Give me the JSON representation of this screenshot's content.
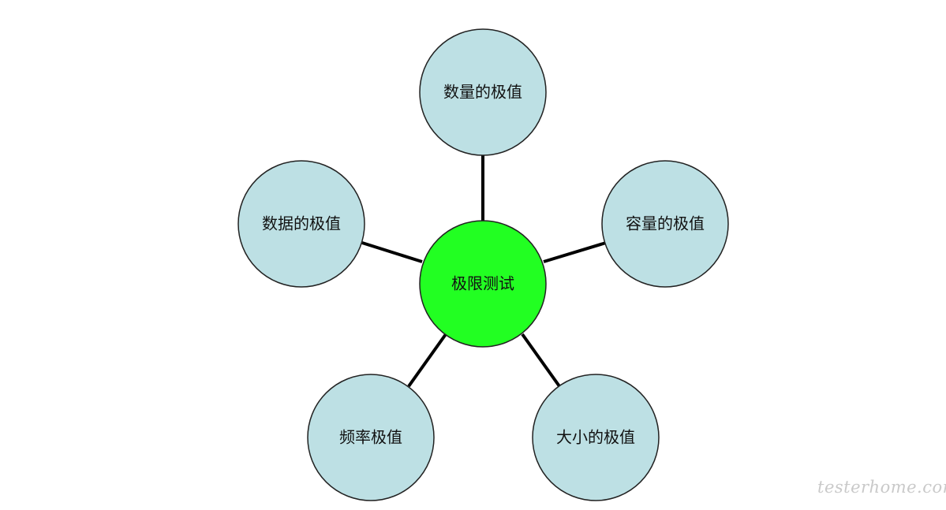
{
  "center": {
    "label": "极限测试",
    "fill": "#22ff22"
  },
  "nodes": [
    {
      "id": "top",
      "label": "数量的极值"
    },
    {
      "id": "right",
      "label": "容量的极值"
    },
    {
      "id": "bottom-right",
      "label": "大小的极值"
    },
    {
      "id": "bottom-left",
      "label": "频率极值"
    },
    {
      "id": "left",
      "label": "数据的极值"
    }
  ],
  "colors": {
    "outer_fill": "#bde0e4",
    "outline": "#222222",
    "connector": "#000000"
  },
  "watermark": "testerhome.com"
}
